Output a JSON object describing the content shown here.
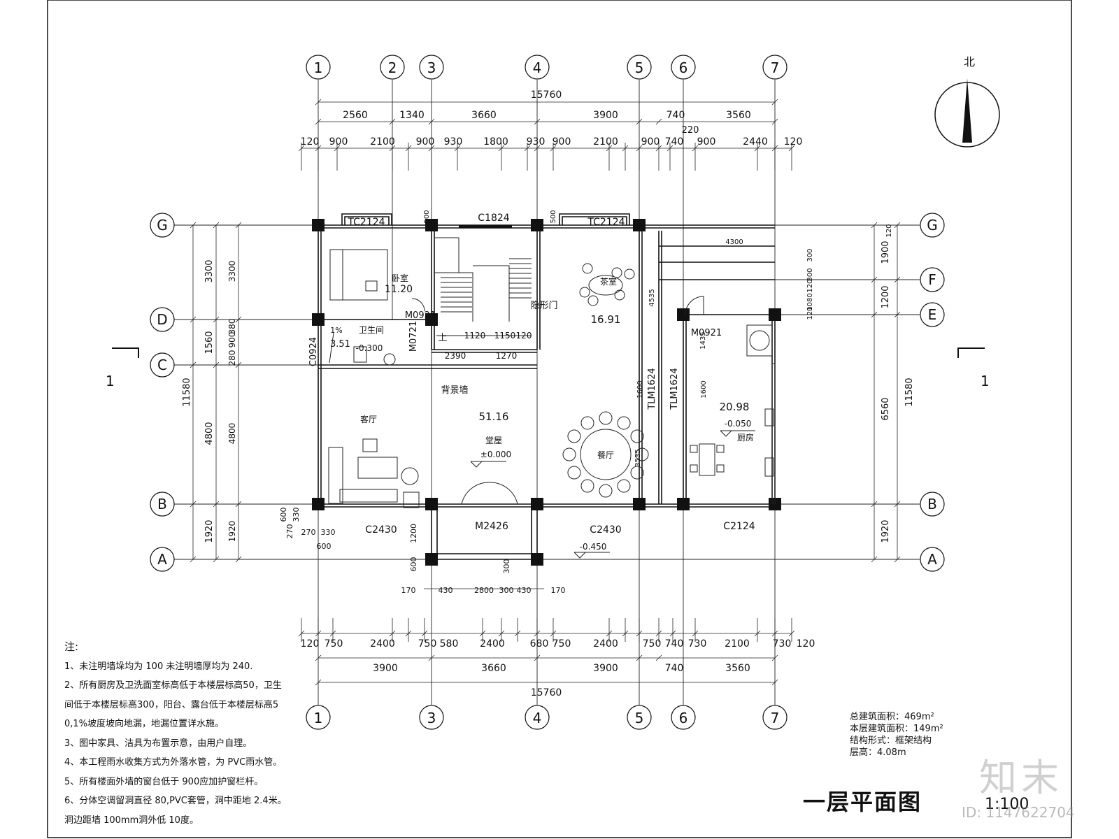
{
  "grid_top": [
    "1",
    "2",
    "3",
    "4",
    "5",
    "6",
    "7"
  ],
  "grid_bottom": [
    "1",
    "3",
    "4",
    "5",
    "6",
    "7"
  ],
  "grid_rows_left": [
    "G",
    "D",
    "C",
    "B",
    "A"
  ],
  "grid_rows_right": [
    "G",
    "F",
    "E",
    "B",
    "A"
  ],
  "north": "北",
  "section_mark": "1",
  "dims": {
    "total": "15760",
    "top_mid": [
      "2560",
      "1340",
      "3660",
      "3900",
      "740",
      "3560"
    ],
    "top_sub": [
      "120",
      "900",
      "2100",
      "900",
      "930",
      "1800",
      "930",
      "900",
      "2100",
      "900",
      "740",
      "900",
      "2440",
      "120"
    ],
    "top_220": "220",
    "bot_sub": [
      "120",
      "750",
      "2400",
      "750",
      "580",
      "2400",
      "680",
      "750",
      "2400",
      "750",
      "740",
      "730",
      "2100",
      "730",
      "120"
    ],
    "bot_mid": [
      "3900",
      "3660",
      "3900",
      "740",
      "3560"
    ],
    "left_outer": "11580",
    "left_mid": [
      "3300",
      "1560",
      "4800",
      "1920"
    ],
    "left_inner": [
      "3300",
      "380",
      "900",
      "280",
      "4800",
      "1920"
    ],
    "right_outer": "11580",
    "right_mid": [
      "1900",
      "1200",
      "6560",
      "1920"
    ],
    "right_inner": [
      "120",
      "300",
      "300",
      "120",
      "1080",
      "120"
    ],
    "porch_bottom": [
      "170",
      "430",
      "2800",
      "300",
      "430",
      "170"
    ],
    "porch_vert": [
      "1200",
      "600",
      "300"
    ],
    "left_small": [
      "600",
      "330",
      "270",
      "270",
      "330",
      "600"
    ],
    "stair": [
      "1120",
      "1150",
      "120",
      "2390",
      "1270"
    ],
    "misc": [
      "500",
      "500",
      "4535",
      "4300",
      "1435",
      "1600",
      "1600",
      "3535"
    ]
  },
  "labels": {
    "win_tc_left": "TC2124",
    "win_c1824": "C1824",
    "win_tc_right": "TC2124",
    "win_c2430_left": "C2430",
    "door_m2426": "M2426",
    "win_c2430_right": "C2430",
    "win_c2124": "C2124",
    "win_c0924": "C0924",
    "door_m0921_a": "M0921",
    "door_m0721": "M0721",
    "door_m0921_b": "M0921",
    "door_tlm_a": "TLM1624",
    "door_tlm_b": "TLM1624",
    "hidden_door": "隐形门",
    "up": "上",
    "feature_wall": "背景墙"
  },
  "rooms": {
    "bedroom": "卧室",
    "bedroom_area": "11.20",
    "bathroom": "卫生间",
    "bathroom_area": "3.51",
    "bathroom_level": "-0.300",
    "slope": "1%",
    "tearoom": "茶室",
    "tearoom_area": "16.91",
    "living": "客厅",
    "hall_area": "51.16",
    "hall": "堂屋",
    "hall_level": "±0.000",
    "dining": "餐厅",
    "kitchen_area": "20.98",
    "kitchen_level": "-0.050",
    "kitchen": "厨房",
    "porch_level": "-0.450"
  },
  "notes": {
    "title": "注:",
    "lines": [
      "1、未注明墙垛均为  100 未注明墙厚均为  240.",
      "2、所有厨房及卫洗面室标高低于本楼层标高50，卫生",
      "间低于本楼层标高300，阳台、露台低于本楼层标高5",
      "0,1%坡度坡向地漏，地漏位置详水施。",
      "3、图中家具、洁具为布置示意，由用户自理。",
      "4、本工程雨水收集方式为外落水管，为   PVC雨水管。",
      "5、所有楼面外墙的窗台低于   900应加护窗栏杆。",
      "6、分体空调留洞直径   80,PVC套管，洞中距地   2.4米。",
      "洞边距墙  100mm洞外低 10度。"
    ]
  },
  "stats": [
    "总建筑面积：469m²",
    "本层建筑面积：149m²",
    "结构形式：框架结构",
    "层高：4.08m"
  ],
  "title": "一层平面图",
  "scale": "1:100",
  "watermark": {
    "logo": "知末",
    "id": "ID: 1147622704"
  }
}
